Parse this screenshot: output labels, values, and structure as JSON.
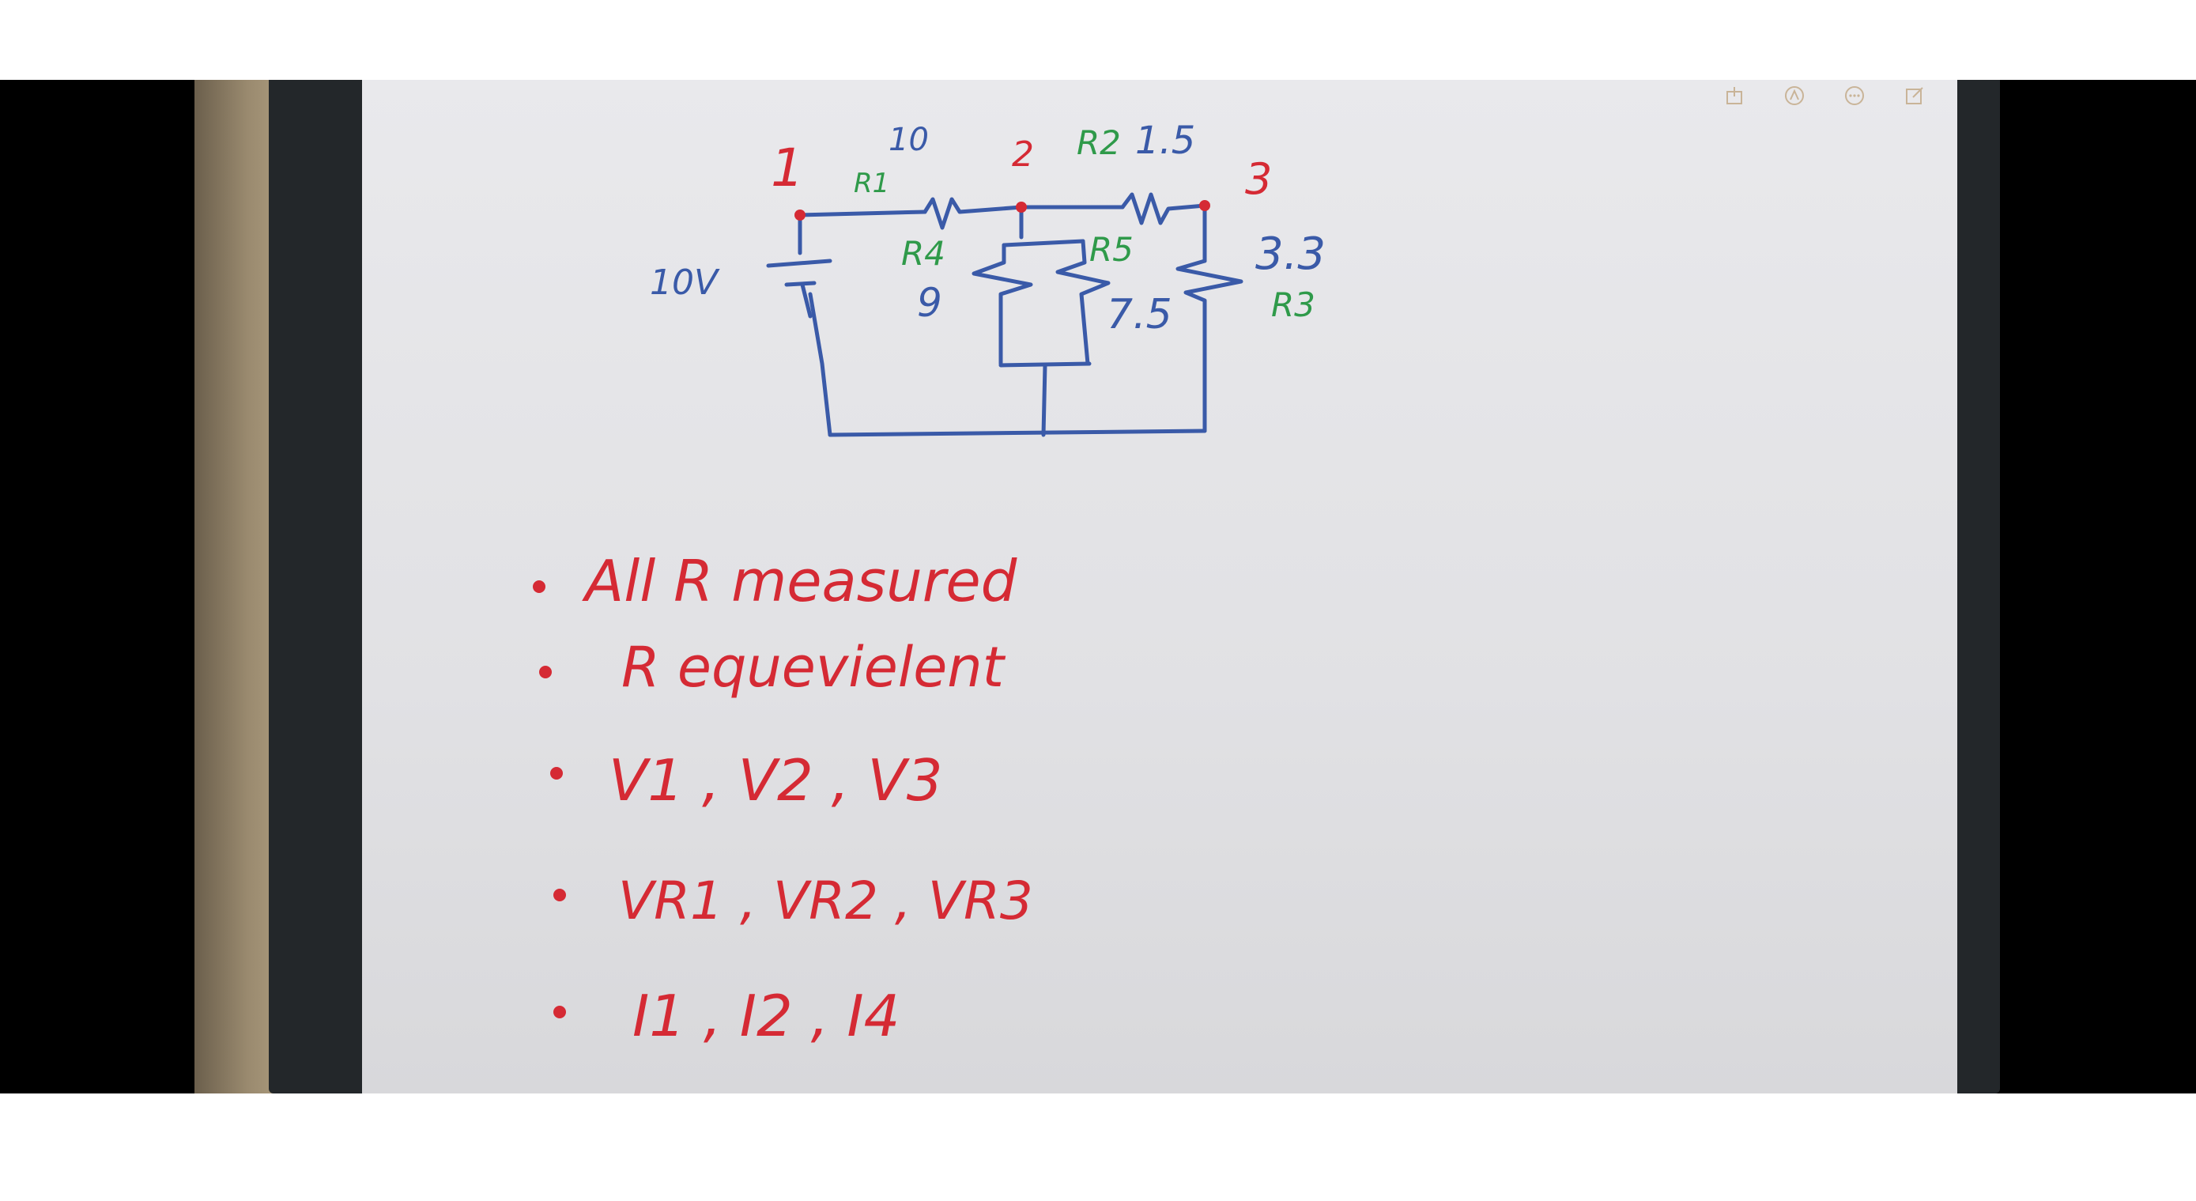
{
  "toolbar": {
    "icons": [
      "share-icon",
      "pen-mode-icon",
      "more-icon",
      "edit-icon"
    ]
  },
  "colors": {
    "ink_red": "#d52a34",
    "ink_green": "#2f9a4a",
    "ink_blue": "#3a5aa8",
    "screen": "#e5e5e8"
  },
  "circuit": {
    "source_label": "10V",
    "nodes": [
      "1",
      "2",
      "3"
    ],
    "resistors": {
      "r1": {
        "name": "R1",
        "value": "10"
      },
      "r2": {
        "name": "R2",
        "value": "1.5"
      },
      "r3": {
        "name": "R3",
        "value": "3.3"
      },
      "r4": {
        "name": "R4",
        "value": "9"
      },
      "r5": {
        "name": "R5",
        "value": "7.5"
      }
    }
  },
  "notes": {
    "items": [
      "All  R  measured",
      "R equevielent",
      "V1 , V2 , V3",
      "VR1 , VR2 , VR3",
      "I1 , I2 , I4"
    ]
  }
}
